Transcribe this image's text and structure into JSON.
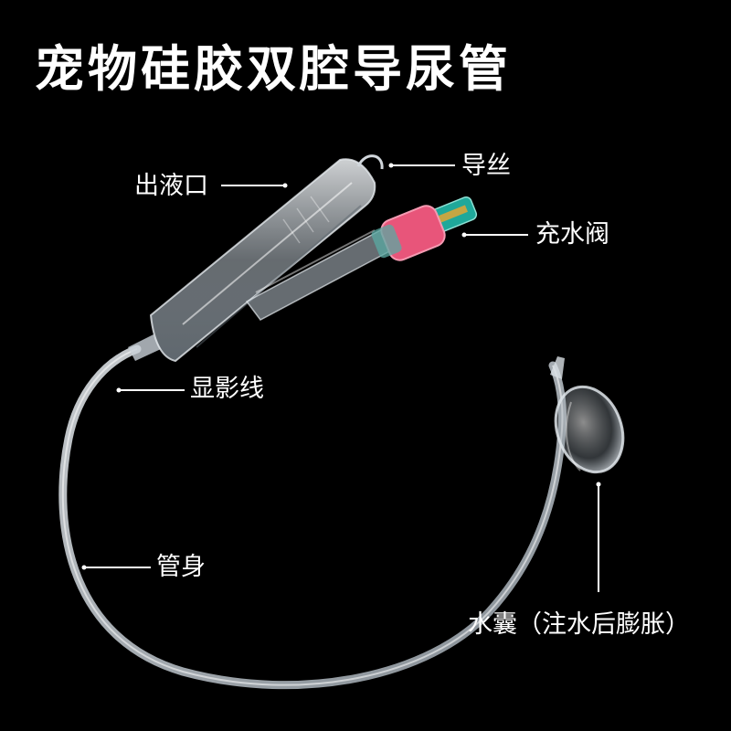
{
  "title": "宠物硅胶双腔导尿管",
  "labels": {
    "outlet": "出液口",
    "guide_wire": "导丝",
    "inflation_valve": "充水阀",
    "radiopaque_line": "显影线",
    "tube_body": "管身",
    "balloon": "水囊（注水后膨胀）"
  },
  "colors": {
    "background": "#000000",
    "text": "#ffffff",
    "valve_pink": "#e8557a",
    "valve_green": "#1fa89a",
    "tube": "#cfd6dc"
  }
}
